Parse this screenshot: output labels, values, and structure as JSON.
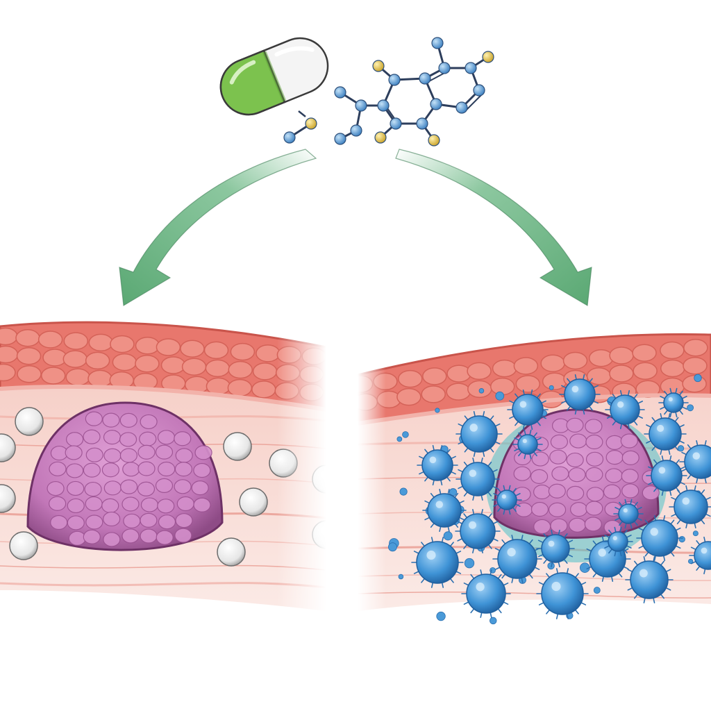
{
  "colors": {
    "background": "#ffffff",
    "capsule_green": "#7cc24e",
    "capsule_white": "#f4f4f4",
    "arrow_green": "#6fb987",
    "tissue_red": "#e8776d",
    "tissue_light": "#f7d3cc",
    "tumor_pink": "#c277b8",
    "immune_blue": "#3f93d6",
    "resting_cell": "#e6e6e6",
    "atom_blue": "#5aa0d8",
    "atom_yellow": "#e3c24a"
  },
  "icons": {
    "drug": "capsule-icon",
    "molecule": "molecule-icon",
    "pathway": "arrow-icon",
    "tumor": "tumor-icon",
    "immune": "immune-cell-icon"
  },
  "panels": {
    "left": {
      "state": "untreated",
      "resting_cells": 10
    },
    "right": {
      "state": "treated",
      "immune_cells": 26
    }
  }
}
